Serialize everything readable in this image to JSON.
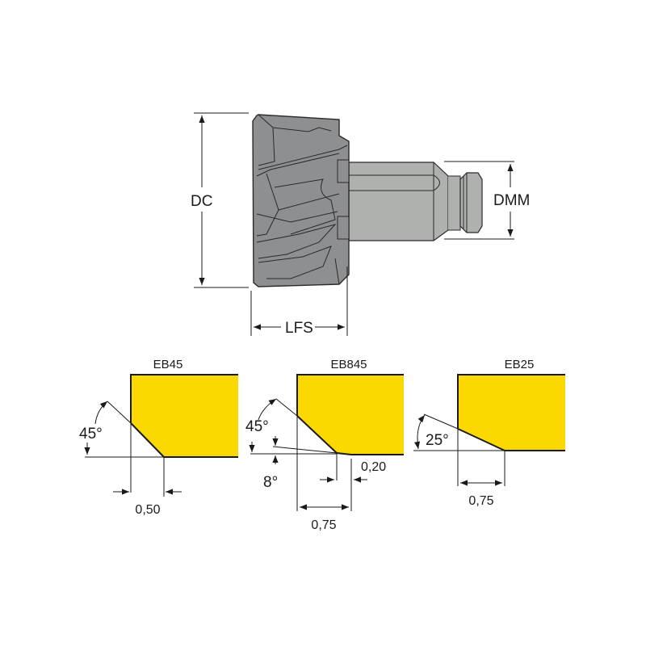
{
  "colors": {
    "insert_fill": "#fbd900",
    "tool_body": "#8d8f91",
    "tool_edge": "#2a2a2a",
    "shank": "#aeb1ae",
    "line": "#1a1a1a"
  },
  "tool": {
    "dimensions": {
      "dc_label": "DC",
      "dmm_label": "DMM",
      "lfs_label": "LFS"
    }
  },
  "profiles": [
    {
      "name": "EB45",
      "angle_label": "45°",
      "width_label": "0,50"
    },
    {
      "name": "EB845",
      "angle_label": "45°",
      "secondary_angle_label": "8°",
      "land_label": "0,20",
      "width_label": "0,75"
    },
    {
      "name": "EB25",
      "angle_label": "25°",
      "width_label": "0,75"
    }
  ]
}
